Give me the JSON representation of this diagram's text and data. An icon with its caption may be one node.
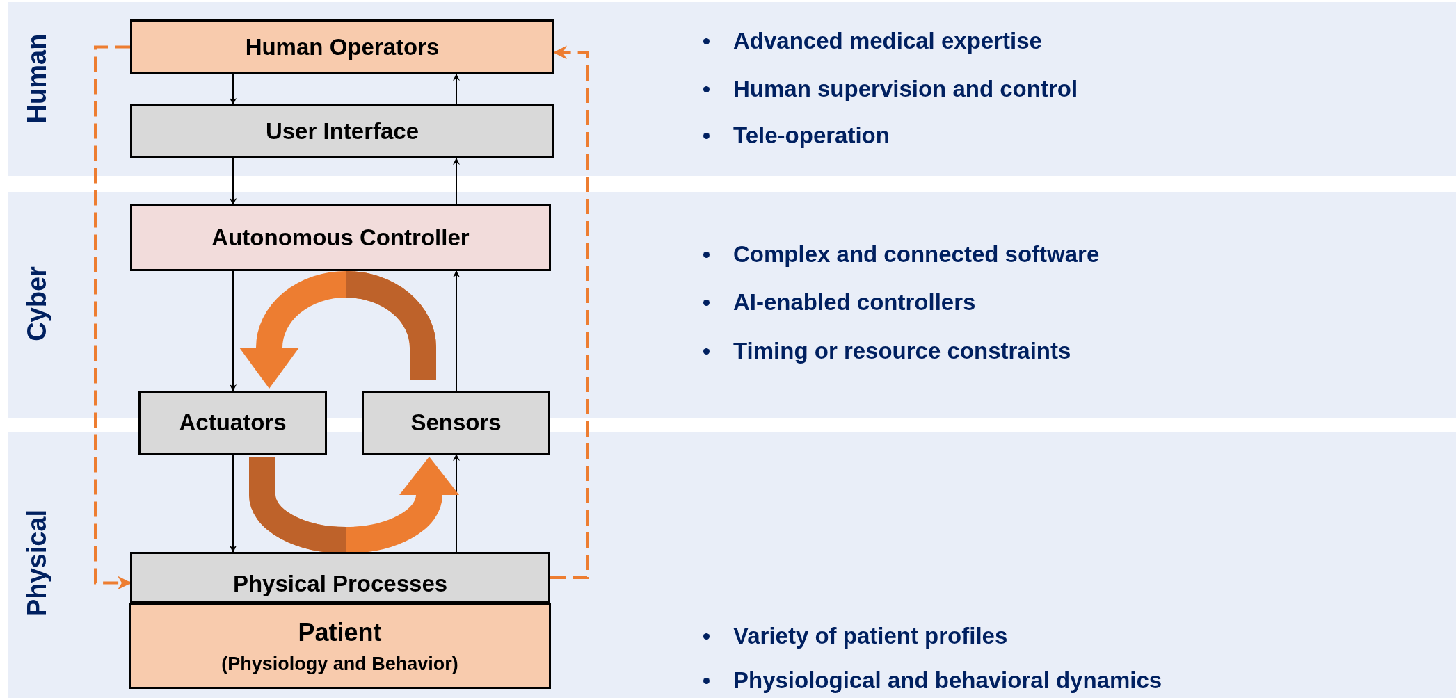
{
  "diagram": {
    "nodes": [
      {
        "text": [
          "Human",
          "Advanced medical expertise",
          "Human supervision and control",
          "Tele-operation"
        ]
      },
      {
        "text": [
          "Human Operators"
        ],
        "in": 0
      },
      {
        "text": [
          "User Interface"
        ],
        "in": 0
      },
      {
        "text": [
          "Cyber",
          "Complex and connected software",
          "AI-enabled controllers",
          "Timing or resource constraints"
        ]
      },
      {
        "text": [
          "Autonomous Controller"
        ],
        "in": 3
      },
      {
        "text": [
          "Actuators"
        ]
      },
      {
        "text": [
          "Sensors"
        ]
      },
      {
        "text": [
          "Physical",
          "Variety of patient profiles",
          "Physiological and behavioral dynamics"
        ]
      },
      {
        "text": [
          "Physical Processes"
        ],
        "in": 7
      },
      {
        "text": [
          "Patient",
          "(Physiology and Behavior)"
        ],
        "in": 7
      }
    ],
    "edges": [
      {
        "from": 1,
        "to": 2,
        "arrow": "to"
      },
      {
        "from": 2,
        "to": 1,
        "arrow": "to"
      },
      {
        "from": 2,
        "to": 4,
        "arrow": "to"
      },
      {
        "from": 4,
        "to": 2,
        "arrow": "to"
      },
      {
        "from": 4,
        "to": 5,
        "arrow": "to"
      },
      {
        "from": 6,
        "to": 4,
        "arrow": "to"
      },
      {
        "from": 5,
        "to": 8,
        "arrow": "to"
      },
      {
        "from": 8,
        "to": 6,
        "arrow": "to"
      },
      {
        "from": 1,
        "to": 8,
        "arrow": "to",
        "style": "dashed",
        "color": "#ed7d31"
      },
      {
        "from": 8,
        "to": 1,
        "arrow": "to",
        "style": "dashed",
        "color": "#ed7d31"
      },
      {
        "from": 6,
        "to": 5,
        "arrow": "to",
        "style": "thick",
        "color": "#ed7d31"
      },
      {
        "from": 5,
        "to": 6,
        "arrow": "to",
        "style": "thick",
        "color": "#ed7d31"
      }
    ]
  }
}
